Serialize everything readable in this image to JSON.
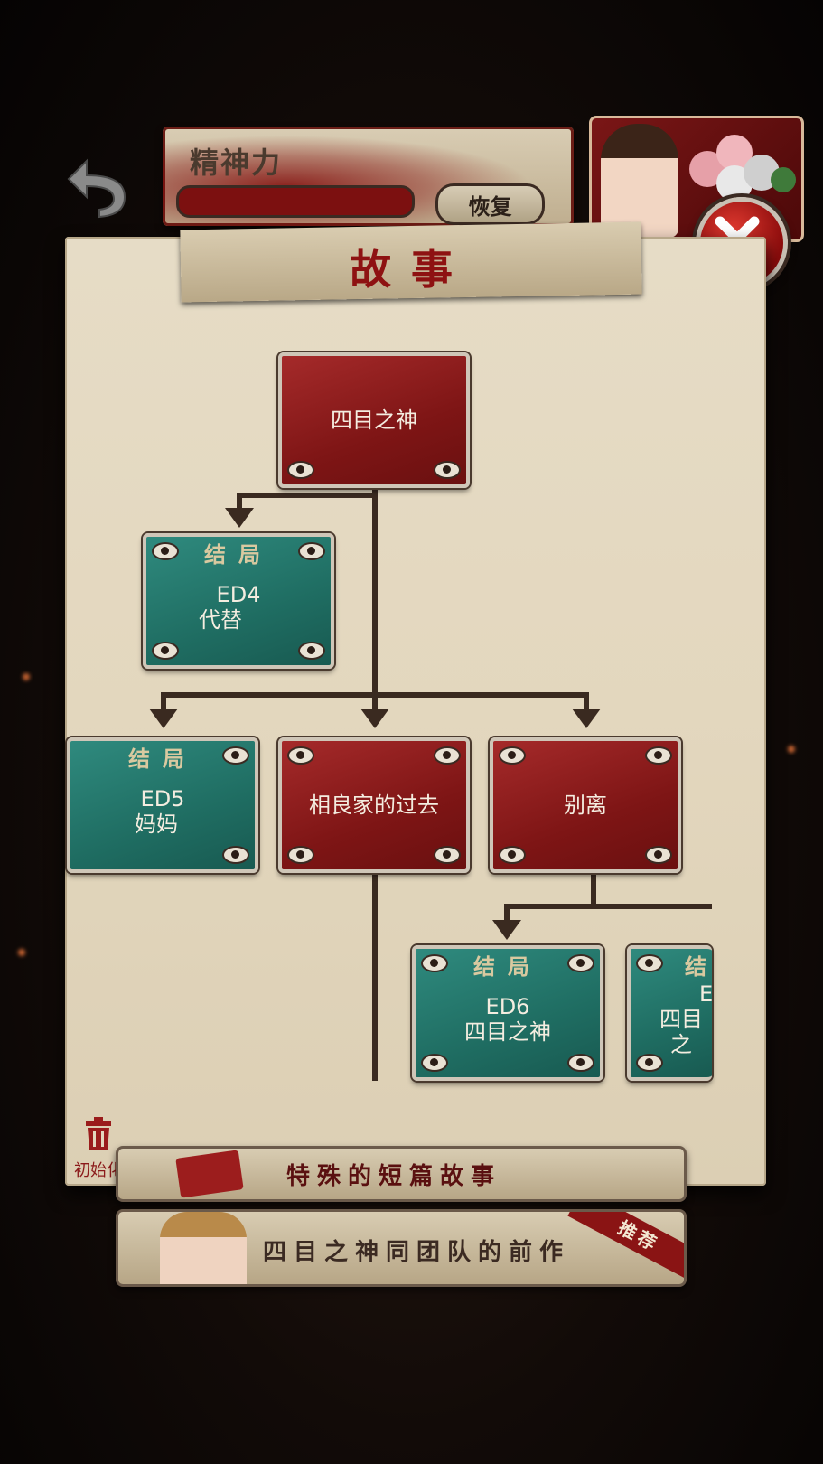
{
  "header": {
    "stamina_label": "精神力",
    "recover_label": "恢复"
  },
  "panel": {
    "title": "故事",
    "reset_label": "初始化"
  },
  "story_tree": {
    "root": {
      "title": "四目之神"
    },
    "ed4": {
      "tag": "结局",
      "code": "ED4",
      "title": "代替"
    },
    "ed5": {
      "tag": "结局",
      "code": "ED5",
      "title": "妈妈"
    },
    "branch_past": {
      "title": "相良家的过去"
    },
    "branch_parting": {
      "title": "别离"
    },
    "ed6": {
      "tag": "结局",
      "code": "ED6",
      "title": "四目之神"
    },
    "ed_next": {
      "tag": "结",
      "code": "E",
      "title": "四目之"
    }
  },
  "banners": {
    "short_stories": "特殊的短篇故事",
    "prequel": "四目之神同团队的前作",
    "recommend_badge": "推荐"
  },
  "colors": {
    "story_node": "#8e1a1a",
    "ending_node": "#237368",
    "accent_red": "#8e1212"
  }
}
